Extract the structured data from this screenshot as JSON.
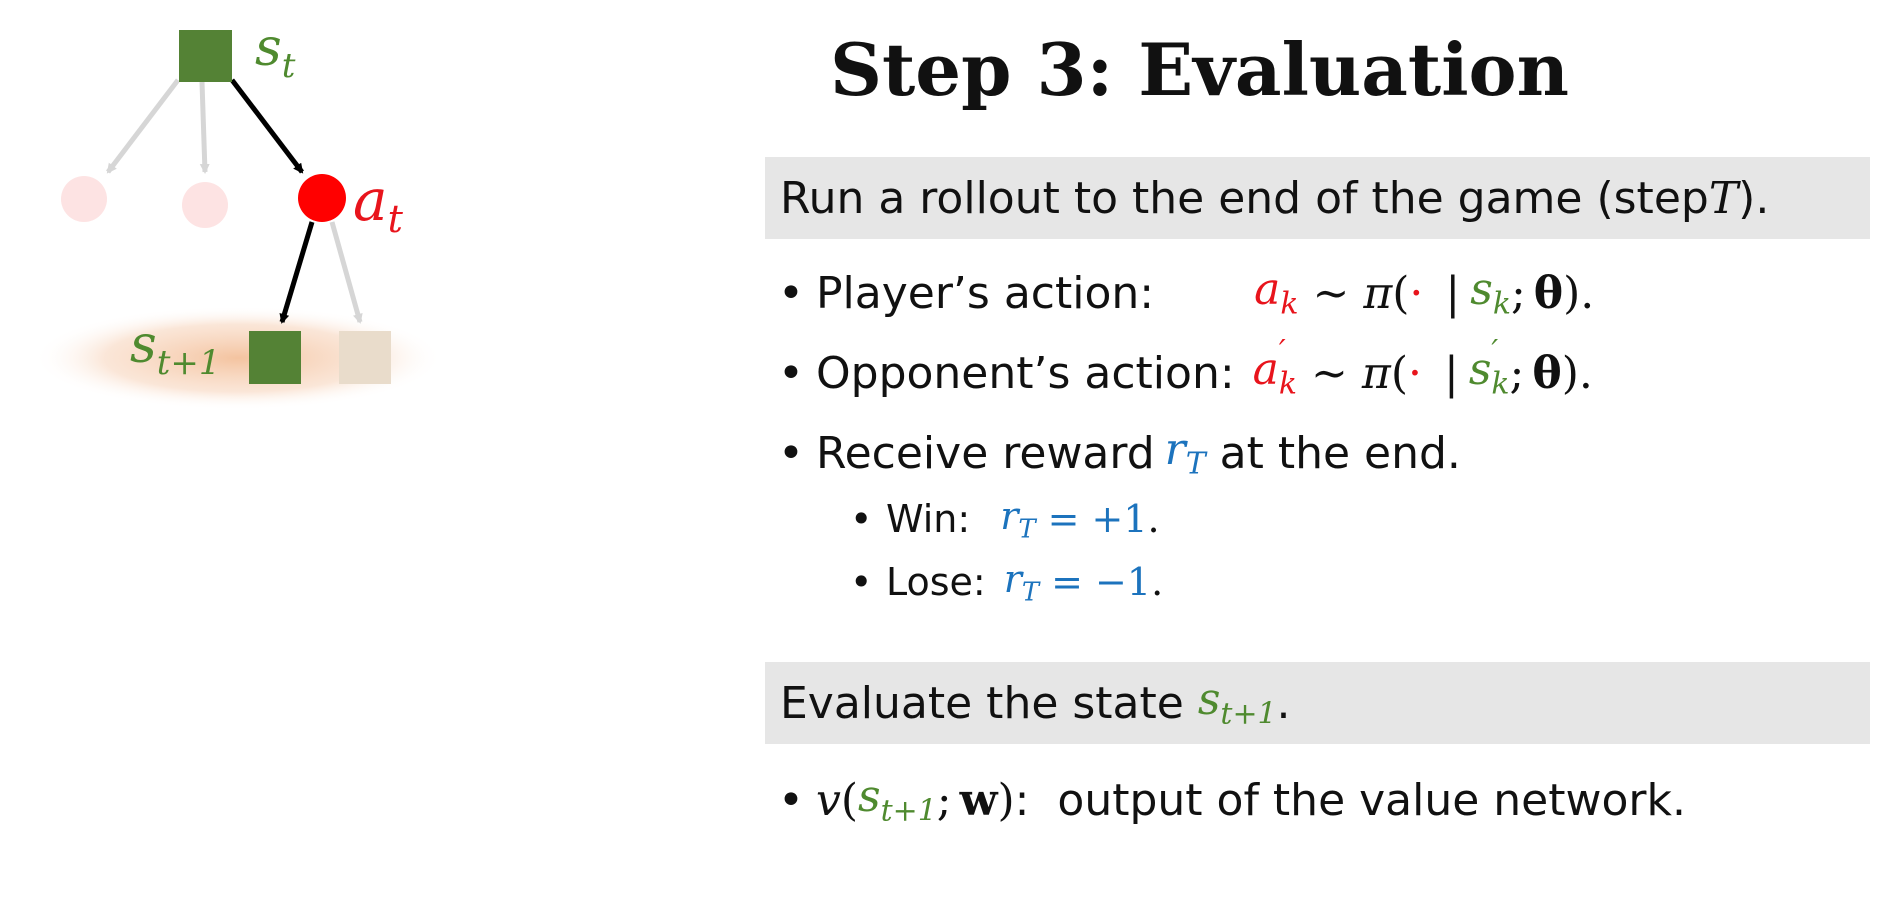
{
  "title": "Step 3: Evaluation",
  "band1": {
    "prefix": "Run a rollout to the end of the game (step ",
    "T": "T",
    "suffix": ")."
  },
  "rows": {
    "player_label": "Player’s action:",
    "opponent_label": "Opponent’s action:",
    "reward_prefix": "Receive reward ",
    "reward_suffix": " at the end.",
    "win_label": "Win:",
    "win_value": "= +1",
    "lose_label": "Lose:",
    "lose_value": "= −1"
  },
  "band2": {
    "prefix": "Evaluate the state ",
    "suffix": "."
  },
  "value_row": {
    "suffix": ":  output of the value network."
  },
  "symbols": {
    "a": "a",
    "k": "k",
    "s": "s",
    "r": "r",
    "T": "T",
    "t": "t",
    "t1": "t+1",
    "pi": "π",
    "theta": "θ",
    "w": "w",
    "v": "v",
    "sim": "∼",
    "dot": "·",
    "prime": "′",
    "bar": "|",
    "bullet": "•"
  },
  "tree": {
    "root_label_s": "s",
    "root_label_sub": "t",
    "action_label_a": "a",
    "action_label_sub": "t",
    "next_label_s": "s",
    "next_label_sub": "t+1"
  },
  "colors": {
    "action": "#e8141c",
    "state": "#4f8a2f",
    "reward": "#1c73bd",
    "band": "#e6e6e6"
  }
}
